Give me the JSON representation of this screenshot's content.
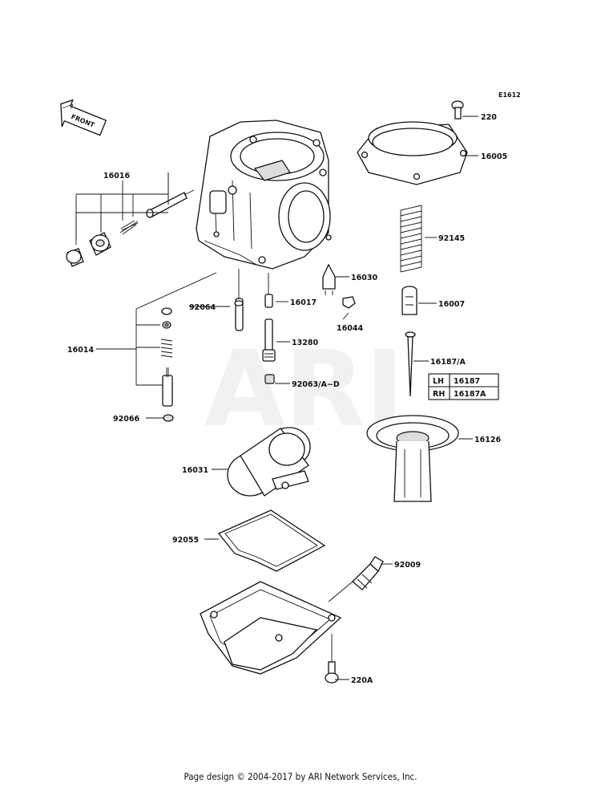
{
  "diagram": {
    "code": "E1612",
    "front_label": "FRONT",
    "watermark": "ARI",
    "parts": {
      "p220": "220",
      "p16005": "16005",
      "p16016": "16016",
      "p92145": "92145",
      "p16030": "16030",
      "p16007": "16007",
      "p92064": "92064",
      "p16017": "16017",
      "p16044": "16044",
      "p16014": "16014",
      "p13280": "13280",
      "p16187A": "16187/A",
      "p92063": "92063/A~D",
      "p92066": "92066",
      "p16126": "16126",
      "p16031": "16031",
      "p92055": "92055",
      "p92009": "92009",
      "p220A": "220A"
    },
    "variant_table": {
      "rows": [
        {
          "side": "LH",
          "part": "16187"
        },
        {
          "side": "RH",
          "part": "16187A"
        }
      ]
    }
  },
  "footer": "Page design © 2004-2017 by ARI Network Services, Inc."
}
